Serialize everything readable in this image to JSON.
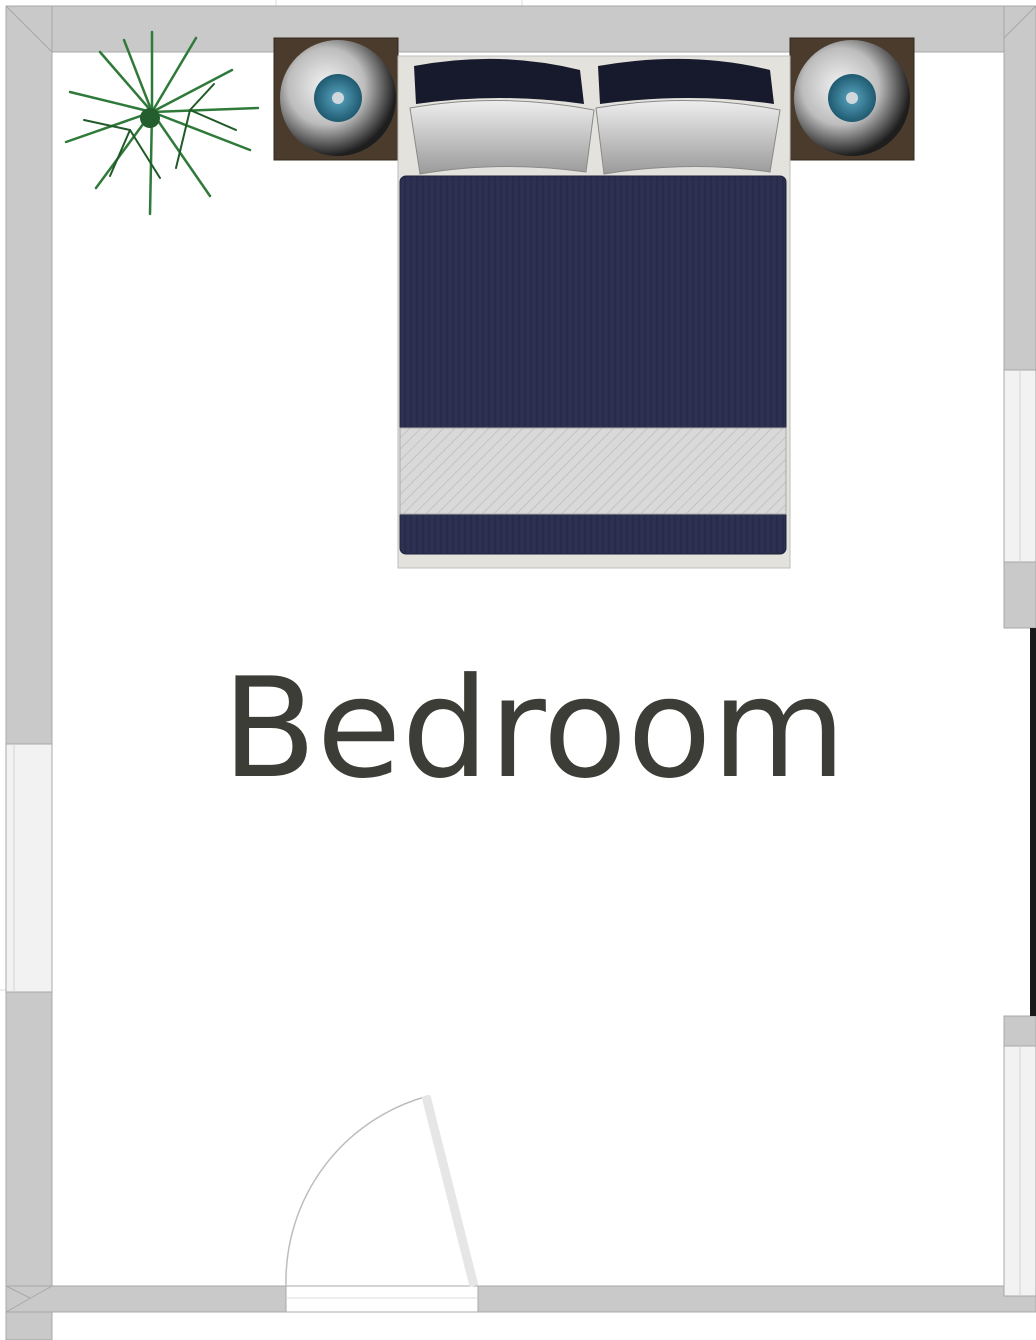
{
  "room": {
    "label": "Bedroom"
  },
  "furniture": {
    "bed": {
      "kind": "queen-bed",
      "pillows": 4
    },
    "nightstands": 2,
    "lamps": 2,
    "plant": 1
  },
  "colors": {
    "wall": "#c9c9c9",
    "wall_edge": "#a8a8a8",
    "window": "#f2f2f2",
    "floor": "#ffffff",
    "label": "#3d3d38",
    "duvet": "#2c3152",
    "duvet_stripe": "#262a47",
    "bed_frame": "#e4e2dc",
    "bench_runner": "#d8d8d8",
    "pillow": "#d4d4d4",
    "pillow_back": "#171a2c",
    "nightstand": "#4a3b2c",
    "lamp_shade": "#d8d8d8",
    "lamp_accent": "#3a7c96",
    "plant": "#2f7a3a",
    "door_leaf": "#e6e6e6",
    "door_arc": "#bdbdbd"
  }
}
